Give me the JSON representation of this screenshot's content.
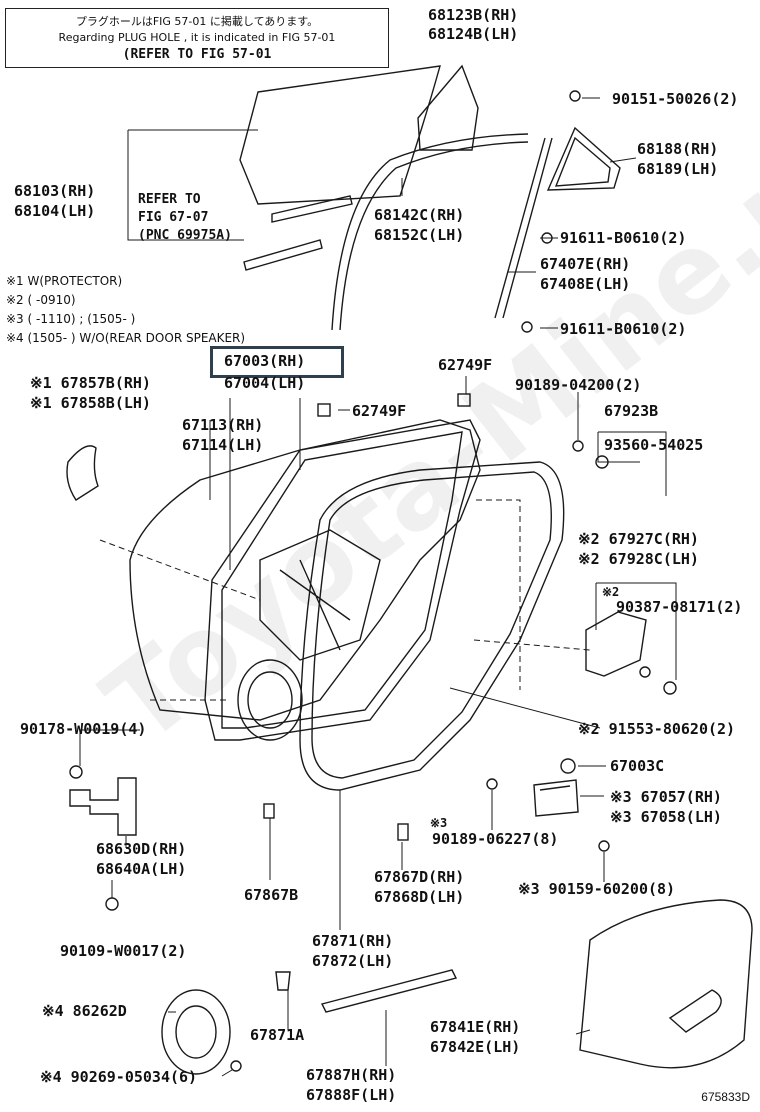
{
  "note_box": {
    "line_jp": "プラグホールはFIG 57-01 に掲載してあります。",
    "line_en": "Regarding PLUG HOLE , it is indicated in FIG 57-01",
    "line_ref": "(REFER TO FIG 57-01"
  },
  "refer_box": {
    "line1": "REFER TO",
    "line2": "FIG 67-07",
    "line3": "(PNC 69975A)"
  },
  "legend": {
    "n1": "※1 W(PROTECTOR)",
    "n2": "※2 (      -0910)",
    "n3": "※3 (      -1110) ; (1505-      )",
    "n4": "※4 (1505-      ) W/O(REAR DOOR SPEAKER)"
  },
  "labels": {
    "p68123b": "68123B(RH)",
    "p68124b": "68124B(LH)",
    "p90151": "90151-50026(2)",
    "p68188": "68188(RH)",
    "p68189": "68189(LH)",
    "p68103": "68103(RH)",
    "p68104": "68104(LH)",
    "p68142c": "68142C(RH)",
    "p68152c": "68152C(LH)",
    "p91611a": "91611-B0610(2)",
    "p67407e": "67407E(RH)",
    "p67408e": "67408E(LH)",
    "p91611b": "91611-B0610(2)",
    "p67003": "67003(RH)",
    "p67004": "67004(LH)",
    "p62749f_top": "62749F",
    "p62749f_mid": "62749F",
    "p90189a": "90189-04200(2)",
    "p67857b": "※1 67857B(RH)",
    "p67858b": "※1 67858B(LH)",
    "p67113": "67113(RH)",
    "p67114": "67114(LH)",
    "p67923b": "67923B",
    "p93560": "93560-54025",
    "p67927c": "※2 67927C(RH)",
    "p67928c": "※2 67928C(LH)",
    "p_x2": "※2",
    "p90387": "90387-08171(2)",
    "p90178": "90178-W0019(4)",
    "p91553": "※2 91553-80620(2)",
    "p67003c": "67003C",
    "p67057": "※3 67057(RH)",
    "p67058": "※3 67058(LH)",
    "p_x3": "※3",
    "p90189b": "90189-06227(8)",
    "p68630d": "68630D(RH)",
    "p68640a": "68640A(LH)",
    "p67867d": "67867D(RH)",
    "p67868d": "67868D(LH)",
    "p90159": "※3 90159-60200(8)",
    "p67867b": "67867B",
    "p90109": "90109-W0017(2)",
    "p67871": "67871(RH)",
    "p67872": "67872(LH)",
    "p86262d": "※4 86262D",
    "p67871a": "67871A",
    "p67841e": "67841E(RH)",
    "p67842e": "67842E(LH)",
    "p90269": "※4 90269-05034(6)",
    "p67887h": "67887H(RH)",
    "p67888f": "67888F(LH)"
  },
  "watermark": "Toyota-Mine.ru",
  "figure_code": "675833D",
  "colors": {
    "line": "#1a1a1a",
    "highlight": "#2e3f4e",
    "watermark": "#000000"
  }
}
